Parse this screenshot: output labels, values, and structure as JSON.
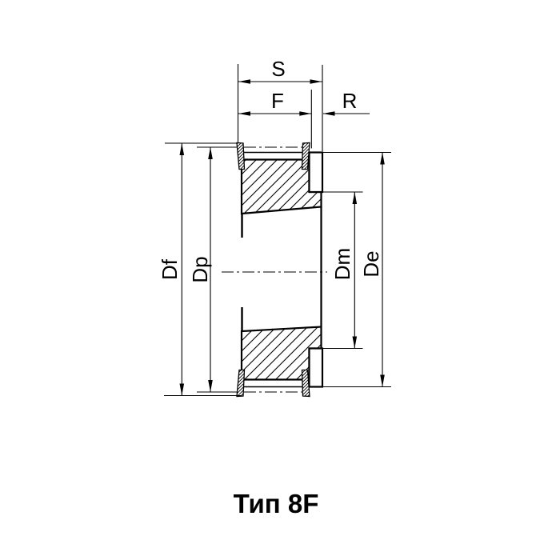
{
  "drawing": {
    "caption": "Тип 8F",
    "dim_labels": {
      "s": "S",
      "f": "F",
      "r": "R",
      "df": "Df",
      "dp": "Dp",
      "dm": "Dm",
      "de": "De"
    },
    "colors": {
      "line": "#000000",
      "background": "#ffffff"
    }
  }
}
